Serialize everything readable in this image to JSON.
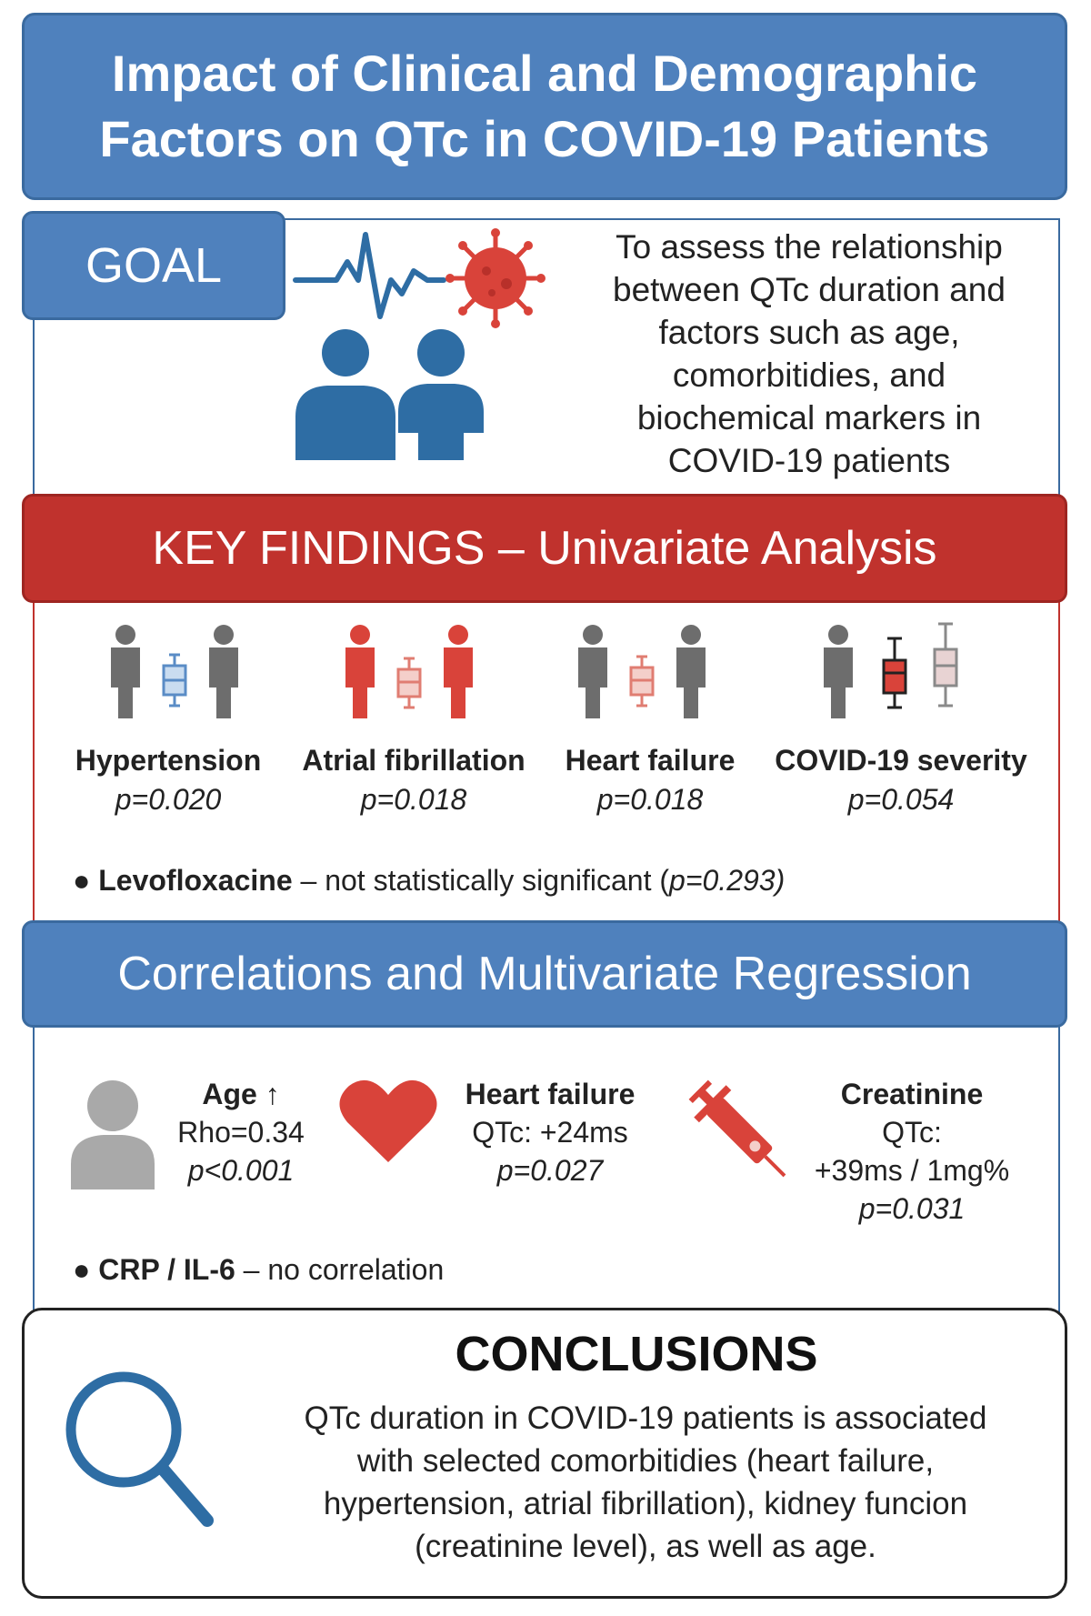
{
  "header": {
    "title_line1": "Impact of Clinical and Demographic",
    "title_line2": "Factors on QTc in COVID-19 Patients"
  },
  "goal": {
    "label": "GOAL",
    "text_lines": [
      "To assess the relationship",
      "between QTc duration and",
      "factors such as age,",
      "comorbitidies, and",
      "biochemical markers in",
      "COVID-19 patients"
    ]
  },
  "key_findings": {
    "title": "KEY FINDINGS – Univariate Analysis",
    "factors": [
      {
        "name": "Hypertension",
        "p": "p=0.020"
      },
      {
        "name": "Atrial  fibrillation",
        "p": "p=0.018"
      },
      {
        "name": "Heart failure",
        "p": "p=0.018"
      },
      {
        "name": "COVID-19  severity",
        "p": "p=0.054"
      }
    ],
    "note_bold": "Levofloxacine",
    "note_text": " – not statistically significant (",
    "note_p": "p=0.293)"
  },
  "correlations": {
    "title": "Correlations  and  Multivariate  Regression",
    "age": {
      "title": "Age ↑",
      "value": "Rho=0.34",
      "p": "p<0.001"
    },
    "heart_failure": {
      "title": "Heart failure",
      "value": "QTc: +24ms",
      "p": "p=0.027"
    },
    "creatinine": {
      "title": "Creatinine",
      "value1": "QTc:",
      "value2": "+39ms  /  1mg%",
      "p": "p=0.031"
    },
    "note_bold": "CRP / IL-6",
    "note_text": " – no correlation"
  },
  "conclusions": {
    "title": "CONCLUSIONS",
    "text_lines": [
      "QTc duration in COVID-19 patients is associated",
      "with selected comorbitidies (heart failure,",
      "hypertension, atrial fibrillation), kidney funcion",
      "(creatinine level), as well as age."
    ]
  },
  "colors": {
    "blue": "#4f81bd",
    "red": "#c0322d",
    "gray": "#6d6d6d"
  },
  "icons": [
    "ecg-icon",
    "virus-icon",
    "people-icon",
    "person-boxplot-icon",
    "person-icon",
    "heart-icon",
    "syringe-icon",
    "magnifier-icon"
  ]
}
